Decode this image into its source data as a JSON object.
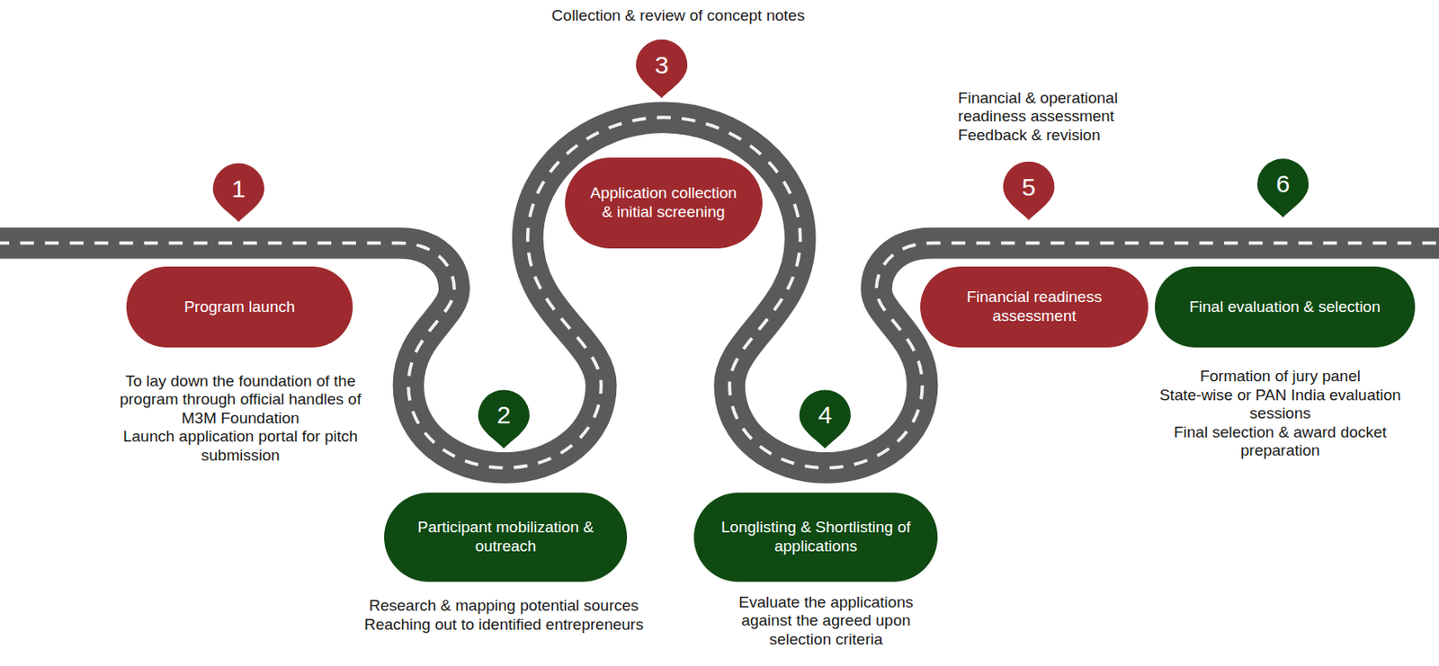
{
  "diagram": {
    "nodes": [
      {
        "text": [
          "Program launch"
        ]
      },
      {
        "text": [
          "Participant mobilization & outreach"
        ]
      },
      {
        "text": [
          "Application collection & initial screening"
        ]
      },
      {
        "text": [
          "Longlisting & Shortlisting of applications"
        ]
      },
      {
        "text": [
          "Financial readiness assessment"
        ]
      },
      {
        "text": [
          "Final evaluation & selection"
        ]
      }
    ],
    "labels": [
      "1",
      "To lay down the foundation of the program through official handles of M3M Foundation",
      "Launch application portal for pitch submission",
      "2",
      "Research & mapping potential sources",
      "Reaching out to identified entrepreneurs",
      "3",
      "Collection & review of concept notes",
      "4",
      "Evaluate the applications against the agreed upon selection criteria",
      "5",
      "Financial & operational readiness assessment",
      "Feedback & revision",
      "6",
      "Formation of jury panel",
      "State-wise or PAN India evaluation sessions",
      "Final selection & award docket preparation"
    ]
  }
}
